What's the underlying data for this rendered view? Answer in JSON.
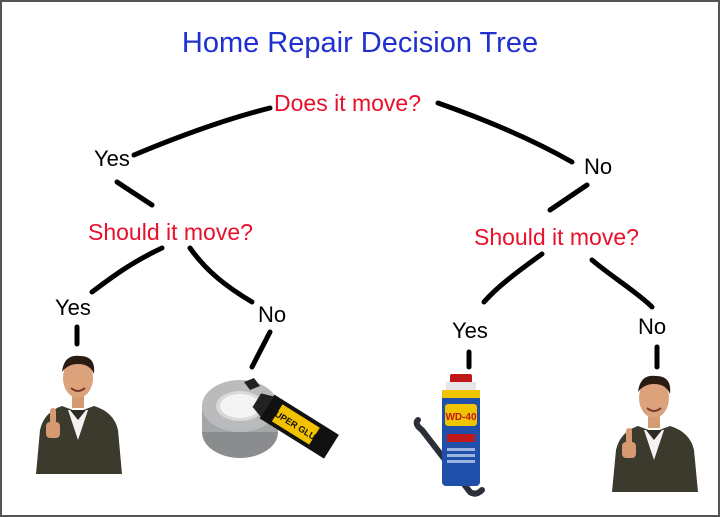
{
  "title": "Home Repair Decision Tree",
  "root": {
    "question": "Does it move?",
    "yes_label": "Yes",
    "no_label": "No"
  },
  "left_branch": {
    "question": "Should it move?",
    "yes_label": "Yes",
    "no_label": "No",
    "yes_outcome_icon": "thumbs-up-man-icon",
    "no_outcome_icon": "duct-tape-and-super-glue-icon",
    "glue_tube_text": "SUPER GLUE"
  },
  "right_branch": {
    "question": "Should it move?",
    "yes_label": "Yes",
    "no_label": "No",
    "yes_outcome_icon": "wd40-and-crowbar-icon",
    "no_outcome_icon": "thumbs-up-man-icon",
    "can_text": "WD-40"
  },
  "colors": {
    "title": "#1f2fd0",
    "question": "#e8102a",
    "connector": "#000000"
  }
}
